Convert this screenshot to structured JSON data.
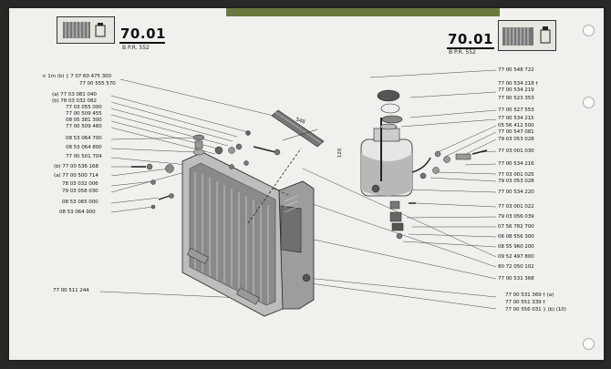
{
  "header": {
    "left_page_number": "70.01",
    "left_page_sub": "B          P.R. 552",
    "right_page_number": "70.01",
    "right_page_sub": "B          P.R. 552"
  },
  "dimensions": {
    "length": "548",
    "height": "120"
  },
  "left_labels": [
    "× 1m (b) { 7 07 60 475 300",
    "77 00 555 570",
    "(a) 77 03 081 040",
    "(b) 78 03 032 082",
    "77 03 055 000",
    "77 00 509 455",
    "08 05 381 300",
    "77 00 509 460",
    "08 53 064 700",
    "08 53 064 800",
    "77 00 501 704",
    "(b) 77 00 536 168",
    "(a) 77 00 500 714",
    "78 03 032 006",
    "79 03 058 030",
    "08 53 065 000",
    "08 53 064 900",
    "77 00 511 244"
  ],
  "right_labels": [
    "77 00 548 722",
    "77 00 534 218 †",
    "77 00 534 219",
    "77 00 523 353",
    "77 00 527 553",
    "77 00 534 215",
    "05 56 412 500",
    "77 00 547 081",
    "79 03 053 028",
    "77 03 001 030",
    "77 00 534 216",
    "77 03 001 025",
    "79 03 053 028",
    "77 00 534 220",
    "77 03 001 022",
    "79 03 056 039",
    "07 56 782 700",
    "06 08 556 300",
    "08 55 960 200",
    "09 52 497 800",
    "80 72 050 102",
    "77 00 531 368",
    "77 00 531 369 † (a)",
    "77 00 551 339 †",
    "77 00 556 031 } (b) (10)"
  ]
}
